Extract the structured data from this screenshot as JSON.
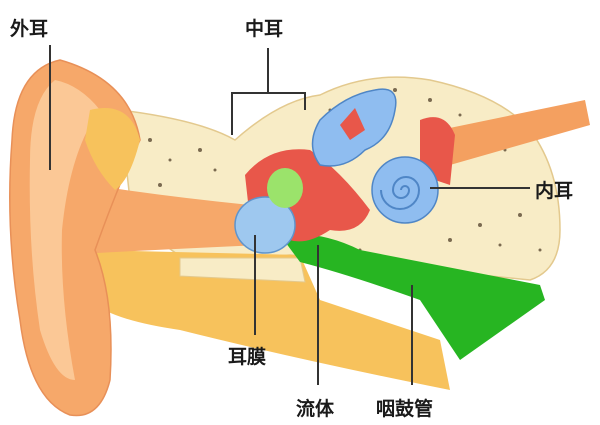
{
  "labels": {
    "outer_ear": "外耳",
    "middle_ear": "中耳",
    "inner_ear": "内耳",
    "eardrum": "耳膜",
    "fluid": "流体",
    "eustachian_tube": "咽鼓管"
  },
  "colors": {
    "skin": "#f6a86a",
    "skin_light": "#fbc896",
    "cartilage": "#f7c25c",
    "bone": "#f8ecc6",
    "middle_ear_red": "#e8574a",
    "eardrum_blue": "#9ec8ef",
    "ossicle_green": "#9be36b",
    "eustachian_green": "#27b522",
    "inner_ear_blue": "#8fbdf0"
  }
}
